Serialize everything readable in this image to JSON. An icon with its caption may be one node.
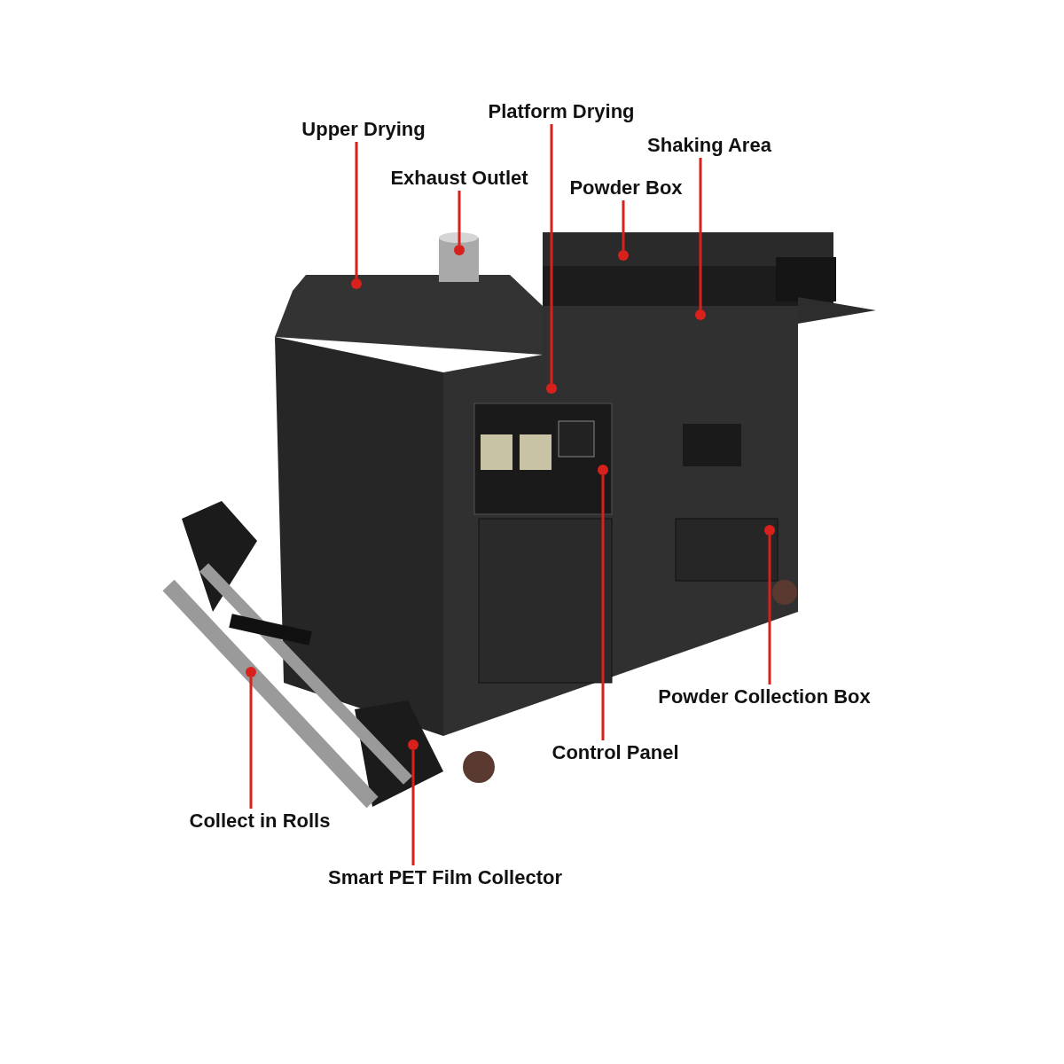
{
  "diagram": {
    "nodes": [
      {
        "text": [
          "Platform Drying"
        ]
      },
      {
        "text": [
          "Upper Drying"
        ]
      },
      {
        "text": [
          "Shaking Area"
        ]
      },
      {
        "text": [
          "Exhaust Outlet"
        ]
      },
      {
        "text": [
          "Powder Box"
        ]
      },
      {
        "text": [
          "Powder Collection Box"
        ]
      },
      {
        "text": [
          "Control Panel"
        ]
      },
      {
        "text": [
          "Collect in Rolls"
        ]
      },
      {
        "text": [
          "Smart PET Film Collector"
        ]
      },
      {
        "text": [],
        "shape": "circle"
      },
      {
        "text": [],
        "shape": "circle"
      },
      {
        "text": [],
        "shape": "circle"
      },
      {
        "text": [],
        "shape": "circle"
      },
      {
        "text": [],
        "shape": "circle"
      },
      {
        "text": [],
        "shape": "circle"
      },
      {
        "text": [],
        "shape": "circle"
      },
      {
        "text": [],
        "shape": "circle"
      },
      {
        "text": [],
        "shape": "circle"
      }
    ],
    "edges": [
      {
        "from": 0,
        "to": 9,
        "arrow": "none"
      },
      {
        "from": 1,
        "to": 10,
        "arrow": "none"
      },
      {
        "from": 2,
        "to": 11,
        "arrow": "none"
      },
      {
        "from": 3,
        "to": 12,
        "arrow": "none"
      },
      {
        "from": 4,
        "to": 13,
        "arrow": "none"
      },
      {
        "from": 5,
        "to": 14,
        "arrow": "none"
      },
      {
        "from": 6,
        "to": 15,
        "arrow": "none"
      },
      {
        "from": 7,
        "to": 16,
        "arrow": "none"
      },
      {
        "from": 8,
        "to": 17,
        "arrow": "none"
      }
    ]
  }
}
